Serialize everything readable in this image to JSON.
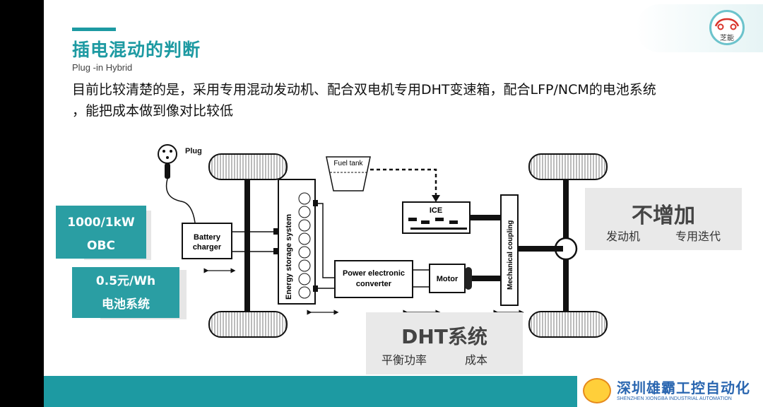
{
  "slide": {
    "title": "插电混动的判断",
    "subtitle": "Plug -in Hybrid",
    "body_line1": "目前比较清楚的是，采用专用混动发动机、配合双电机专用DHT变速箱，配合LFP/NCM的电池系统",
    "body_line2": "，能把成本做到像对比较低",
    "logo_text": "芝能"
  },
  "left_boxes": {
    "obc_line1": "1000/1kW",
    "obc_line2": "OBC",
    "battery_line1": "0.5元/Wh",
    "battery_line2": "电池系统"
  },
  "right_panel": {
    "title": "不增加",
    "item1": "发动机",
    "item2": "专用迭代"
  },
  "dht_panel": {
    "title": "DHT系统",
    "item1": "平衡功率",
    "item2": "成本"
  },
  "diagram": {
    "plug_label": "Plug",
    "battery_charger_line1": "Battery",
    "battery_charger_line2": "charger",
    "energy_storage_label": "Energy storage system",
    "fuel_tank_label": "Fuel tank",
    "ice_label": "ICE",
    "mechanical_coupling_label": "Mechanical coupling",
    "power_converter_line1": "Power electronic",
    "power_converter_line2": "converter",
    "motor_label": "Motor"
  },
  "brand": {
    "name_cn": "深圳雄霸工控自动化",
    "name_en": "SHENZHEN XIONGBA INDUSTRIAL AUTOMATION"
  },
  "colors": {
    "accent": "#1d9aa2",
    "box_teal": "#2a9ea3",
    "panel_gray": "#e9e9e9",
    "brand_blue": "#2a66b0"
  }
}
